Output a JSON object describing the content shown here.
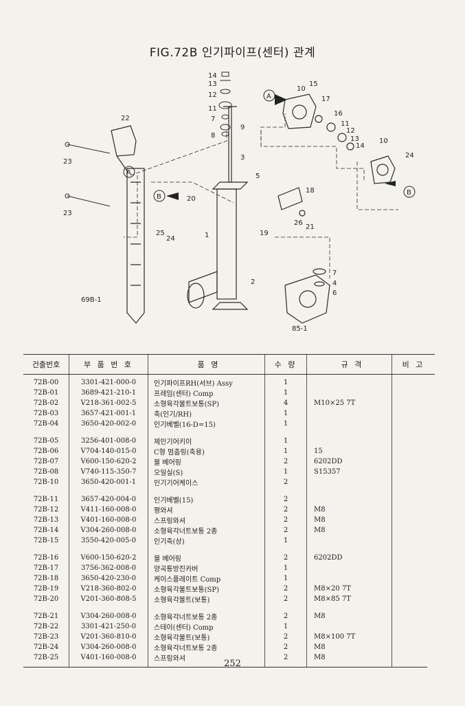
{
  "title": "FIG.72B 인기파이프(센터) 관계",
  "figure": {
    "callouts": [
      "1",
      "2",
      "3",
      "4",
      "5",
      "6",
      "7",
      "8",
      "9",
      "10",
      "11",
      "12",
      "13",
      "14",
      "15",
      "16",
      "17",
      "18",
      "19",
      "20",
      "21",
      "22",
      "23",
      "24",
      "25",
      "26",
      "69B-1",
      "85-1",
      "A",
      "B"
    ]
  },
  "table": {
    "headers": [
      "건출번호",
      "부 품 번 호",
      "품 명",
      "수 량",
      "규 격",
      "비 고"
    ],
    "groups": [
      [
        {
          "code": "72B-00",
          "part": "3301-421-000-0",
          "name": "인기파이프RH(서브) Assy",
          "qty": "1",
          "spec": "",
          "note": ""
        },
        {
          "code": "72B-01",
          "part": "3689-421-210-1",
          "name": "프레임(센터) Comp",
          "qty": "1",
          "spec": "",
          "note": ""
        },
        {
          "code": "72B-02",
          "part": "V218-361-002-5",
          "name": "소형육각볼트보통(SP)",
          "qty": "4",
          "spec": "M10×25 7T",
          "note": ""
        },
        {
          "code": "72B-03",
          "part": "3657-421-001-1",
          "name": "축(인기/RH)",
          "qty": "1",
          "spec": "",
          "note": ""
        },
        {
          "code": "72B-04",
          "part": "3650-420-002-0",
          "name": "인기베벨(16-D=15)",
          "qty": "1",
          "spec": "",
          "note": ""
        }
      ],
      [
        {
          "code": "72B-05",
          "part": "3256-401-008-0",
          "name": "제인기어키이",
          "qty": "1",
          "spec": "",
          "note": ""
        },
        {
          "code": "72B-06",
          "part": "V704-140-015-0",
          "name": "C형 멈춤링(축용)",
          "qty": "1",
          "spec": "15",
          "note": ""
        },
        {
          "code": "72B-07",
          "part": "V600-150-620-2",
          "name": "볼 베어링",
          "qty": "2",
          "spec": "6202DD",
          "note": ""
        },
        {
          "code": "72B-08",
          "part": "V740-115-350-7",
          "name": "오일실(S)",
          "qty": "1",
          "spec": "S15357",
          "note": ""
        },
        {
          "code": "72B-10",
          "part": "3650-420-001-1",
          "name": "인기기어케이스",
          "qty": "2",
          "spec": "",
          "note": ""
        }
      ],
      [
        {
          "code": "72B-11",
          "part": "3657-420-004-0",
          "name": "인기베벨(15)",
          "qty": "2",
          "spec": "",
          "note": ""
        },
        {
          "code": "72B-12",
          "part": "V411-160-008-0",
          "name": "평와셔",
          "qty": "2",
          "spec": "M8",
          "note": ""
        },
        {
          "code": "72B-13",
          "part": "V401-160-008-0",
          "name": "스프링와셔",
          "qty": "2",
          "spec": "M8",
          "note": ""
        },
        {
          "code": "72B-14",
          "part": "V304-260-008-0",
          "name": "소형육각너트보통 2종",
          "qty": "2",
          "spec": "M8",
          "note": ""
        },
        {
          "code": "72B-15",
          "part": "3550-420-005-0",
          "name": "인기축(상)",
          "qty": "1",
          "spec": "",
          "note": ""
        }
      ],
      [
        {
          "code": "72B-16",
          "part": "V600-150-620-2",
          "name": "볼 베어링",
          "qty": "2",
          "spec": "6202DD",
          "note": ""
        },
        {
          "code": "72B-17",
          "part": "3756-362-008-0",
          "name": "양곡통방진카버",
          "qty": "1",
          "spec": "",
          "note": ""
        },
        {
          "code": "72B-18",
          "part": "3650-420-230-0",
          "name": "케이스플레이트 Comp",
          "qty": "1",
          "spec": "",
          "note": ""
        },
        {
          "code": "72B-19",
          "part": "V218-360-802-0",
          "name": "소형육각볼트보통(SP)",
          "qty": "2",
          "spec": "M8×20 7T",
          "note": ""
        },
        {
          "code": "72B-20",
          "part": "V201-360-808-5",
          "name": "소형육각볼트(보통)",
          "qty": "2",
          "spec": "M8×85 7T",
          "note": ""
        }
      ],
      [
        {
          "code": "72B-21",
          "part": "V304-260-008-0",
          "name": "소형육각너트보통 2종",
          "qty": "2",
          "spec": "M8",
          "note": ""
        },
        {
          "code": "72B-22",
          "part": "3301-421-250-0",
          "name": "스테이(센터) Comp",
          "qty": "1",
          "spec": "",
          "note": ""
        },
        {
          "code": "72B-23",
          "part": "V201-360-810-0",
          "name": "소형육각볼트(보통)",
          "qty": "2",
          "spec": "M8×100 7T",
          "note": ""
        },
        {
          "code": "72B-24",
          "part": "V304-260-008-0",
          "name": "소형육각너트보통 2종",
          "qty": "2",
          "spec": "M8",
          "note": ""
        },
        {
          "code": "72B-25",
          "part": "V401-160-008-0",
          "name": "스프링와셔",
          "qty": "2",
          "spec": "M8",
          "note": ""
        }
      ]
    ]
  },
  "page_number": "252"
}
